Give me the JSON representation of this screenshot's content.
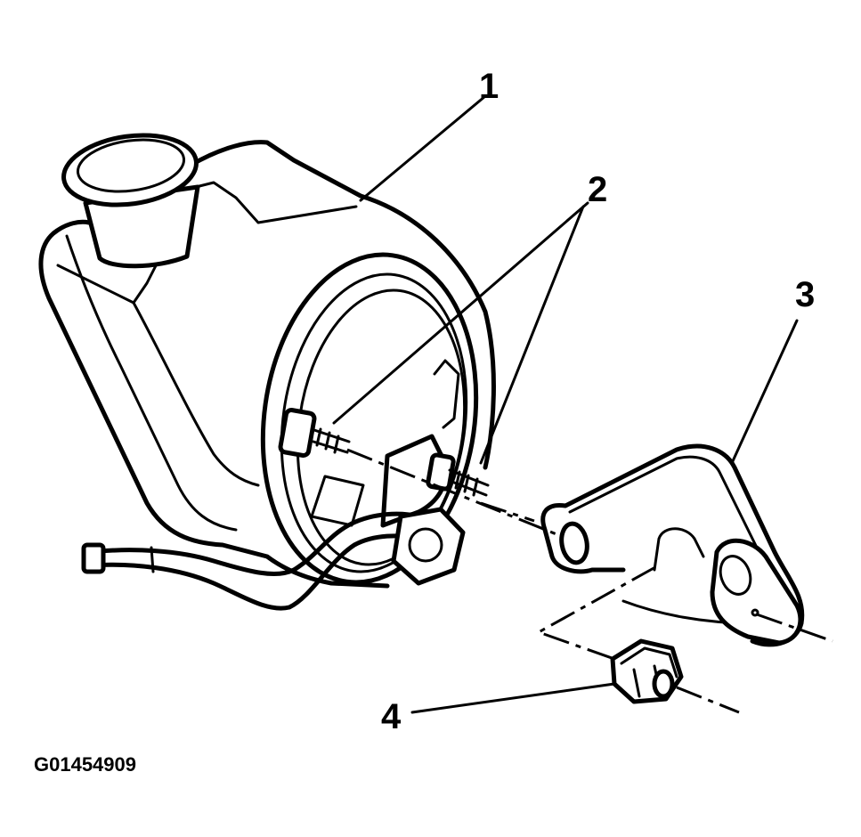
{
  "callouts": {
    "c1": "1",
    "c2": "2",
    "c3": "3",
    "c4": "4"
  },
  "figure_id": "G01454909",
  "colors": {
    "line": "#000000",
    "background": "#ffffff"
  }
}
